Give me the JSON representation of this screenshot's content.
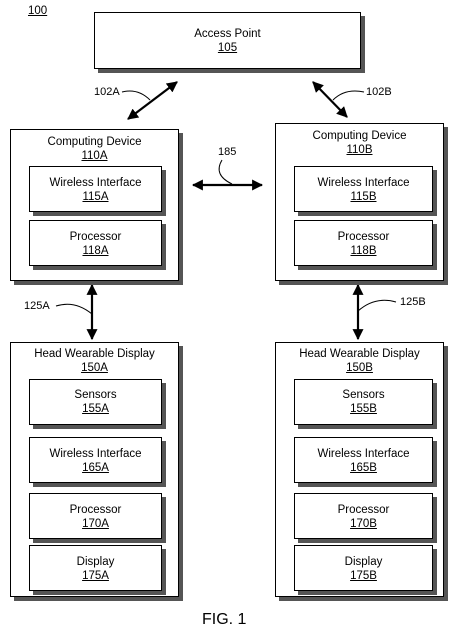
{
  "figure_ref": "100",
  "access_point": {
    "title": "Access Point",
    "ref": "105"
  },
  "device_a": {
    "title": "Computing Device",
    "ref": "110A",
    "wireless": {
      "title": "Wireless Interface",
      "ref": "115A"
    },
    "processor": {
      "title": "Processor",
      "ref": "118A"
    }
  },
  "device_b": {
    "title": "Computing Device",
    "ref": "110B",
    "wireless": {
      "title": "Wireless Interface",
      "ref": "115B"
    },
    "processor": {
      "title": "Processor",
      "ref": "118B"
    }
  },
  "hwd_a": {
    "title": "Head Wearable Display",
    "ref": "150A",
    "sensors": {
      "title": "Sensors",
      "ref": "155A"
    },
    "wireless": {
      "title": "Wireless Interface",
      "ref": "165A"
    },
    "processor": {
      "title": "Processor",
      "ref": "170A"
    },
    "display": {
      "title": "Display",
      "ref": "175A"
    }
  },
  "hwd_b": {
    "title": "Head Wearable Display",
    "ref": "150B",
    "sensors": {
      "title": "Sensors",
      "ref": "155B"
    },
    "wireless": {
      "title": "Wireless Interface",
      "ref": "165B"
    },
    "processor": {
      "title": "Processor",
      "ref": "170B"
    },
    "display": {
      "title": "Display",
      "ref": "175B"
    }
  },
  "links": {
    "ap_a": "102A",
    "ap_b": "102B",
    "a_b": "185",
    "a_hwd": "125A",
    "b_hwd": "125B"
  },
  "caption": "FIG. 1"
}
